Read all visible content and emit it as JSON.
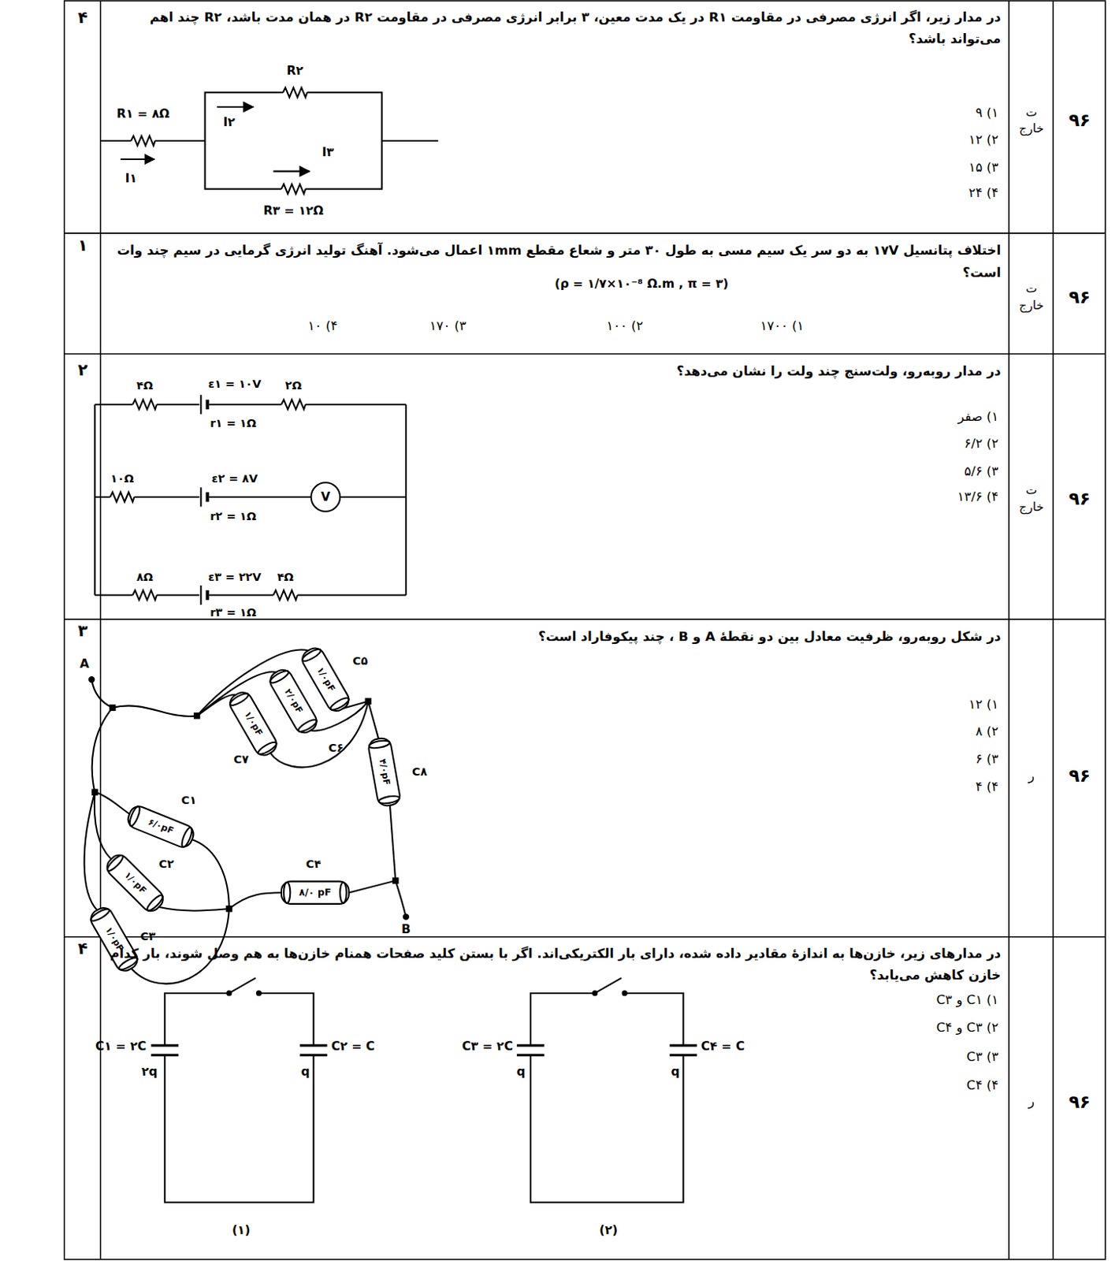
{
  "diagram": {
    "labels": [
      "۴",
      "در مدار زیر، اگر انرژی مصرفی در مقاومت R۱ در یک مدت معین، ۳ برابر انرژی مصرفی در مقاومت R۲ در همان مدت باشد، R۲ چند اهم می‌تواند باشد؟",
      "۱) ۹",
      "۲) ۱۲",
      "۳) ۱۵",
      "۴) ۲۴",
      "R۲",
      "R۱ = ۸Ω",
      "I۲",
      "I۳",
      "I۱",
      "R۳ = ۱۲Ω",
      "ت خارج",
      "۹۶",
      "۱",
      "اختلاف پتانسیل ۱۷V به دو سر یک سیم مسی به طول ۳۰ متر و شعاع مقطع ۱mm اعمال می‌شود. آهنگ تولید انرژی گرمایی در سیم چند وات است؟",
      "(ρ = ۱/۷×۱۰⁻⁸ Ω.m , π = ۳)",
      "۱) ۱۷۰۰",
      "۲) ۱۰۰",
      "۳) ۱۷۰",
      "۴) ۱۰",
      "ت خارج",
      "۹۶",
      "۲",
      "در مدار روبه‌رو، ولت‌سنج چند ولت را نشان می‌دهد؟",
      "۱) صفر",
      "۲) ۶/۲",
      "۳) ۵/۶",
      "۴) ۱۳/۶",
      "۴Ω",
      "ε۱ = ۱۰V",
      "۲Ω",
      "r۱ = ۱Ω",
      "۱۰Ω",
      "ε۲ = ۸V",
      "V",
      "r۲ = ۱Ω",
      "۸Ω",
      "ε۳ = ۲۲V",
      "۴Ω",
      "r۳ = ۱Ω",
      "ت خارج",
      "۹۶",
      "۳",
      "در شکل روبه‌رو، ظرفیت معادل بین دو نقطهٔ A و B ، چند پیکوفاراد است؟",
      "۱) ۱۲",
      "۲) ۸",
      "۳) ۶",
      "۴) ۴",
      "A",
      "C۵",
      "۱/۰pF",
      "۲/۰pF",
      "C۶",
      "۱/۰pF",
      "C۷",
      "۴/۰pF",
      "C۸",
      "C۱",
      "۶/۰pF",
      "C۲",
      "۱/۰pF",
      "C۳",
      "۱/۰pF",
      "C۴",
      "۸/۰ pF",
      "B",
      "ر",
      "۹۶",
      "۴",
      "در مدارهای زیر، خازن‌ها به اندازهٔ مقادیر داده شده، دارای بار الکتریکی‌اند. اگر با بستن کلید صفحات همنام خازن‌ها به هم وصل شوند، بار کدام خازن کاهش می‌یابد؟",
      "۱) C۱ و C۳",
      "۲) C۳ و C۴",
      "۳) C۳",
      "۴) C۴",
      "C۱ = ۲C",
      "۲q",
      "C۲ = C",
      "q",
      "C۳ = ۲C",
      "q",
      "C۴ = C",
      "q",
      "(۱)",
      "(۲)",
      "ر",
      "۹۶"
    ]
  }
}
